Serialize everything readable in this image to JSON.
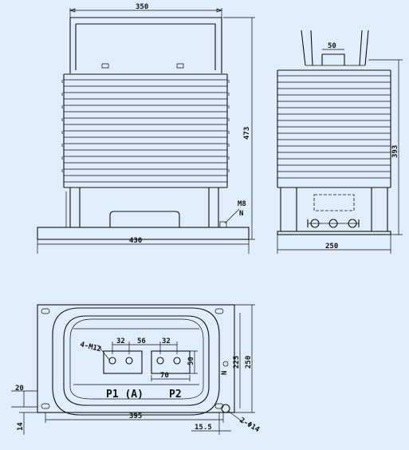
{
  "front_view": {
    "dim_width_top": "350",
    "dim_height": "473",
    "dim_base_width": "430",
    "ground_label": "M8",
    "ground_sub": "N"
  },
  "side_view": {
    "dim_top": "50",
    "dim_height": "393",
    "dim_width": "250"
  },
  "top_view": {
    "dim_32a": "32",
    "dim_56": "56",
    "dim_32b": "32",
    "dim_70": "70",
    "dim_50": "50",
    "dim_4m12": "4-M12",
    "dim_20": "20",
    "dim_14": "14",
    "dim_395": "395",
    "dim_15_5": "15.5",
    "dim_225": "225",
    "dim_250": "250",
    "dim_2phi14": "2-Φ14",
    "ground_n": "N",
    "p1_label": "P1 (A)",
    "p2_label": "P2"
  }
}
